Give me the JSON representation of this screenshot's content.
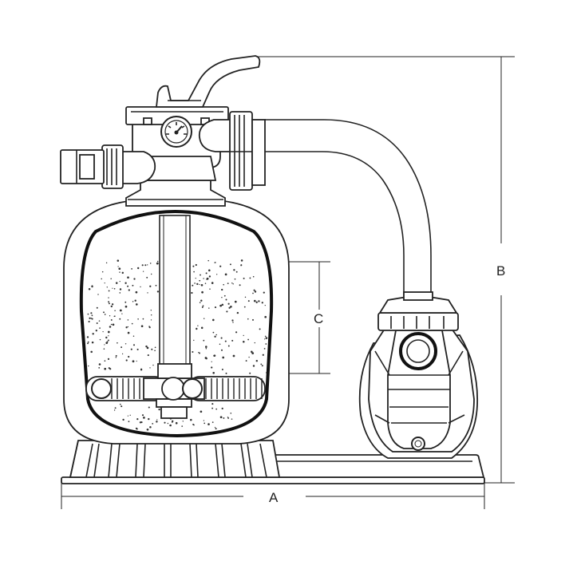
{
  "diagram": {
    "labels": {
      "width": "A",
      "height": "B",
      "sand_depth": "C"
    },
    "colors": {
      "line": "#222222",
      "background": "#ffffff"
    }
  }
}
